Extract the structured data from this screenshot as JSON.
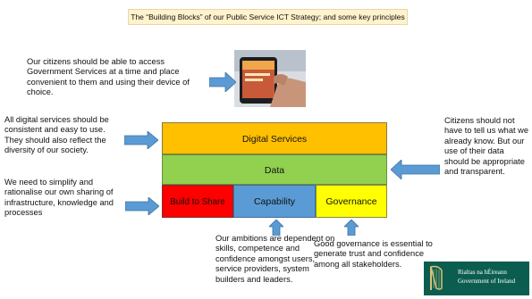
{
  "title": "The “Building Blocks” of our Public Service ICT Strategy; and some key principles",
  "notes": {
    "citizens_access": "Our citizens should be able to access Government Services at a time and place convenient to them and using their device of choice.",
    "digital_consistent": "All digital services should be consistent and easy to use. They should also reflect the diversity of our society.",
    "simplify_sharing": "We need to simplify and rationalise our own sharing of infrastructure, knowledge and processes",
    "citizens_data": "Citizens should not have to tell us what we already know. But our use of their data should be appropriate and transparent.",
    "ambitions": "Our ambitions are dependent on skills, competence and confidence amongst users, service providers, system builders and leaders.",
    "governance": "Good governance is essential to generate trust and confidence among all stakeholders."
  },
  "blocks": {
    "digital_services": "Digital Services",
    "data": "Data",
    "build_to_share": "Build to Share",
    "capability": "Capability",
    "governance": "Governance"
  },
  "colors": {
    "digital_services": "#ffc000",
    "data": "#92d050",
    "build_to_share": "#ff0000",
    "capability": "#5b9bd5",
    "governance": "#ffff00",
    "arrow": "#5b9bd5",
    "title_bg": "#fff2cc",
    "logo_bg": "#0b5e4f"
  },
  "logo": {
    "line1": "Rialtas na hÉireann",
    "line2": "Government of Ireland",
    "icon": "harp-icon"
  },
  "image": {
    "icon": "smartphone-hand-icon"
  }
}
